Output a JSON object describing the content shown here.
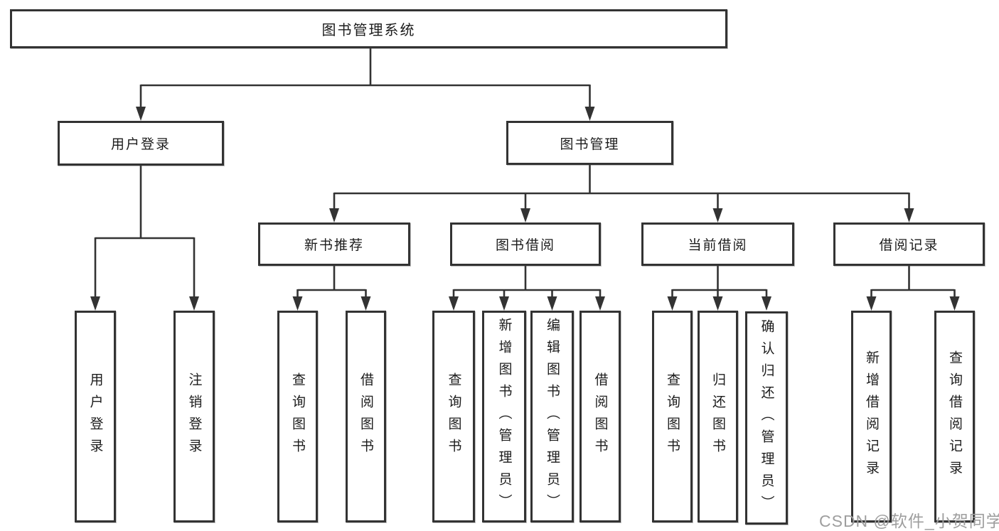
{
  "tree": {
    "root": "图书管理系统",
    "level2": {
      "user_login": "用户登录",
      "book_mgmt": "图书管理"
    },
    "level3": {
      "new_book": "新书推荐",
      "borrow": "图书借阅",
      "current": "当前借阅",
      "records": "借阅记录"
    },
    "leaves": {
      "login": "用户登录",
      "logout": "注销登录",
      "nb_query": "查询图书",
      "nb_borrow": "借阅图书",
      "bw_query": "查询图书",
      "bw_add": "新增图书（管理员）",
      "bw_edit": "编辑图书（管理员）",
      "bw_borrow": "借阅图书",
      "cur_query": "查询图书",
      "cur_return": "归还图书",
      "cur_confirm": "确认归还（管理员）",
      "rec_add": "新增借阅记录",
      "rec_query": "查询借阅记录"
    }
  },
  "watermark": "CSDN @软件_小贺同学",
  "colors": {
    "line": "#333333",
    "box_border": "#333333",
    "box_fill": "#ffffff",
    "text": "#1c1c1c",
    "watermark": "#9e9e9e"
  }
}
